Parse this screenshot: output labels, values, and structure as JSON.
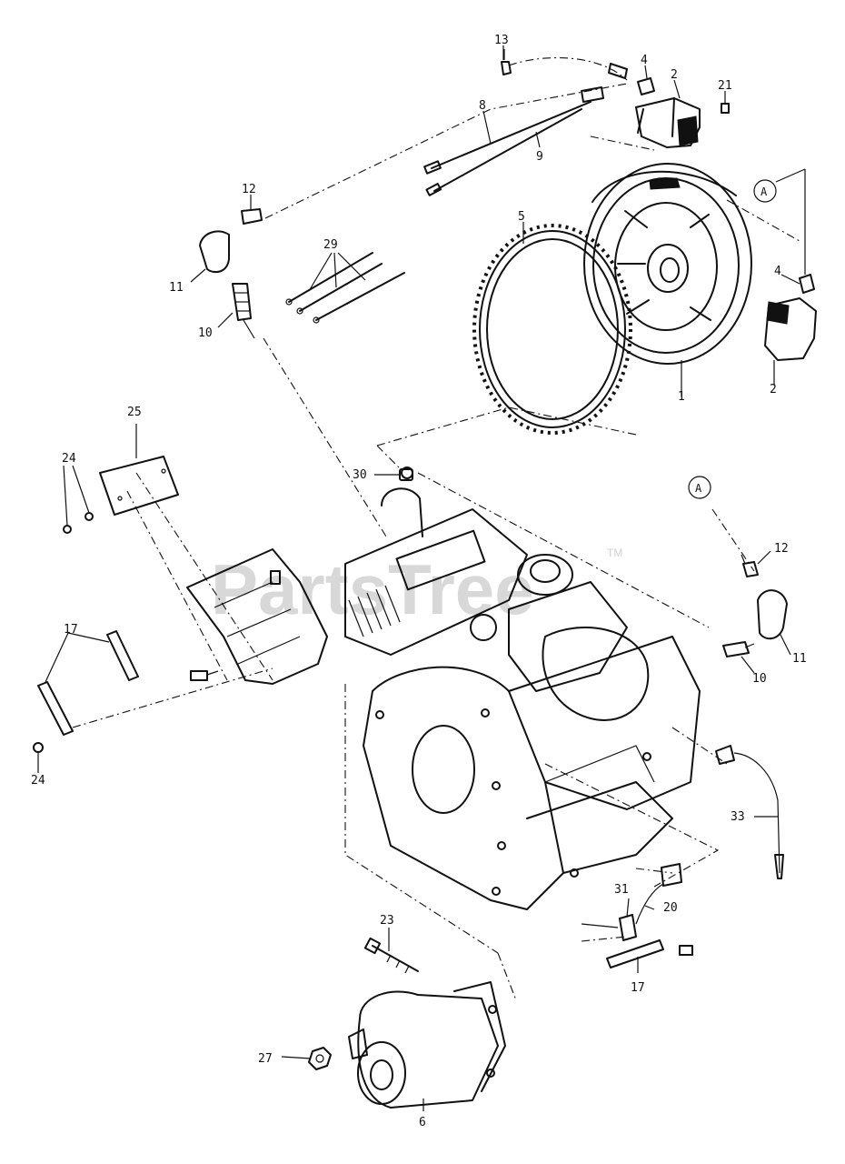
{
  "watermark": {
    "text": "PartsTree",
    "tm": "TM"
  },
  "callouts": {
    "c1": "1",
    "c2a": "2",
    "c2b": "2",
    "c4a": "4",
    "c4b": "4",
    "c5": "5",
    "c6": "6",
    "c8": "8",
    "c9": "9",
    "c10a": "10",
    "c10b": "10",
    "c11a": "11",
    "c11b": "11",
    "c12a": "12",
    "c12b": "12",
    "c13": "13",
    "c17a": "17",
    "c17b": "17",
    "c20": "20",
    "c21": "21",
    "c23": "23",
    "c24a": "24",
    "c24b": "24",
    "c25": "25",
    "c27": "27",
    "c29": "29",
    "c30": "30",
    "c31": "31",
    "c33": "33"
  },
  "refs": {
    "a1": "A",
    "a2": "A"
  }
}
